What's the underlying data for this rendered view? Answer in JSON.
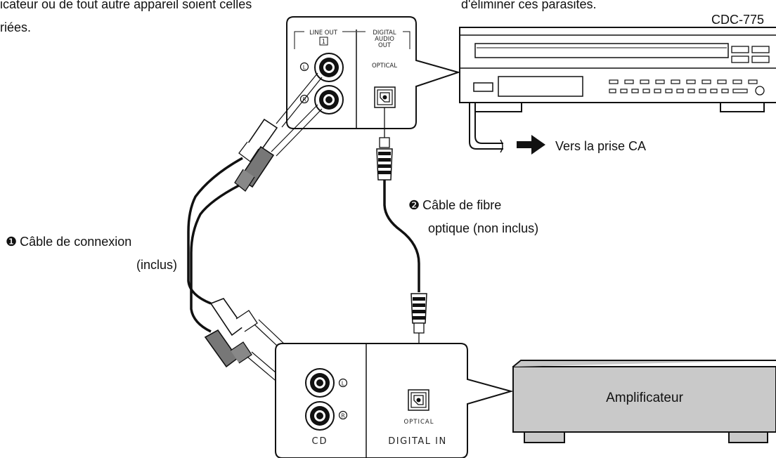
{
  "header": {
    "left_line1": "icateur ou de tout autre appareil soient celles",
    "left_line2": "riées.",
    "right_line1": "d'éliminer ces parasites."
  },
  "device_model": "CDC-775",
  "power_label": "Vers la prise CA",
  "player_panel": {
    "line_out": "LINE OUT",
    "line_out_number": "1",
    "digital_audio_out_1": "DIGITAL",
    "digital_audio_out_2": "AUDIO",
    "digital_audio_out_3": "OUT",
    "optical": "OPTICAL",
    "left_mark": "L",
    "right_mark": "R"
  },
  "cable_1": {
    "number": "❶",
    "label_line1": "Câble de connexion",
    "label_line2": "(inclus)"
  },
  "cable_2": {
    "number": "❷",
    "label_line1": "Câble de fibre",
    "label_line2": "optique (non inclus)"
  },
  "amp_panel": {
    "cd": "CD",
    "optical": "OPTICAL",
    "digital_in": "DIGITAL IN",
    "left_mark": "L",
    "right_mark": "R"
  },
  "amplifier_label": "Amplificateur"
}
